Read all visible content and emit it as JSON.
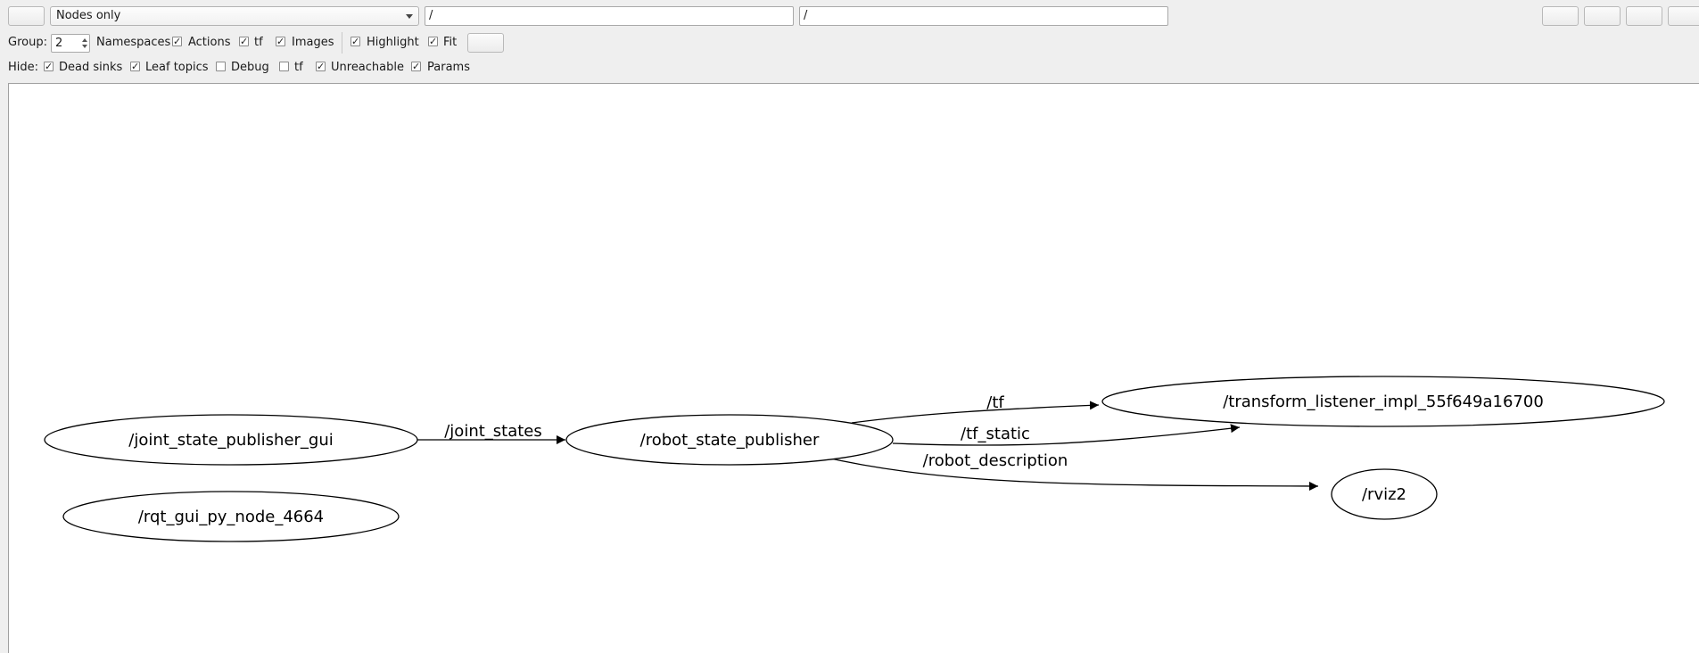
{
  "toolbar": {
    "view_mode": "Nodes only",
    "node_filter": "/",
    "topic_filter": "/"
  },
  "options": {
    "group_label": "Group:",
    "group_value": "2",
    "namespaces": "Namespaces",
    "actions": "Actions",
    "tf": "tf",
    "images": "Images",
    "highlight": "Highlight",
    "fit": "Fit"
  },
  "hide": {
    "label": "Hide:",
    "dead_sinks": "Dead sinks",
    "leaf_topics": "Leaf topics",
    "debug": "Debug",
    "tf": "tf",
    "unreachable": "Unreachable",
    "params": "Params"
  },
  "checkbox_states": {
    "namespaces": true,
    "actions": true,
    "tf": true,
    "images": true,
    "highlight": true,
    "fit": true,
    "dead_sinks": true,
    "leaf_topics": true,
    "debug": false,
    "hide_tf": false,
    "unreachable": true,
    "params": true
  },
  "graph": {
    "nodes": {
      "jsp_gui": "/joint_state_publisher_gui",
      "rqt_gui": "/rqt_gui_py_node_4664",
      "rsp": "/robot_state_publisher",
      "tf_listener": "/transform_listener_impl_55f649a16700",
      "rviz": "/rviz2"
    },
    "edges": {
      "joint_states": "/joint_states",
      "tf": "/tf",
      "tf_static": "/tf_static",
      "robot_description": "/robot_description"
    }
  }
}
